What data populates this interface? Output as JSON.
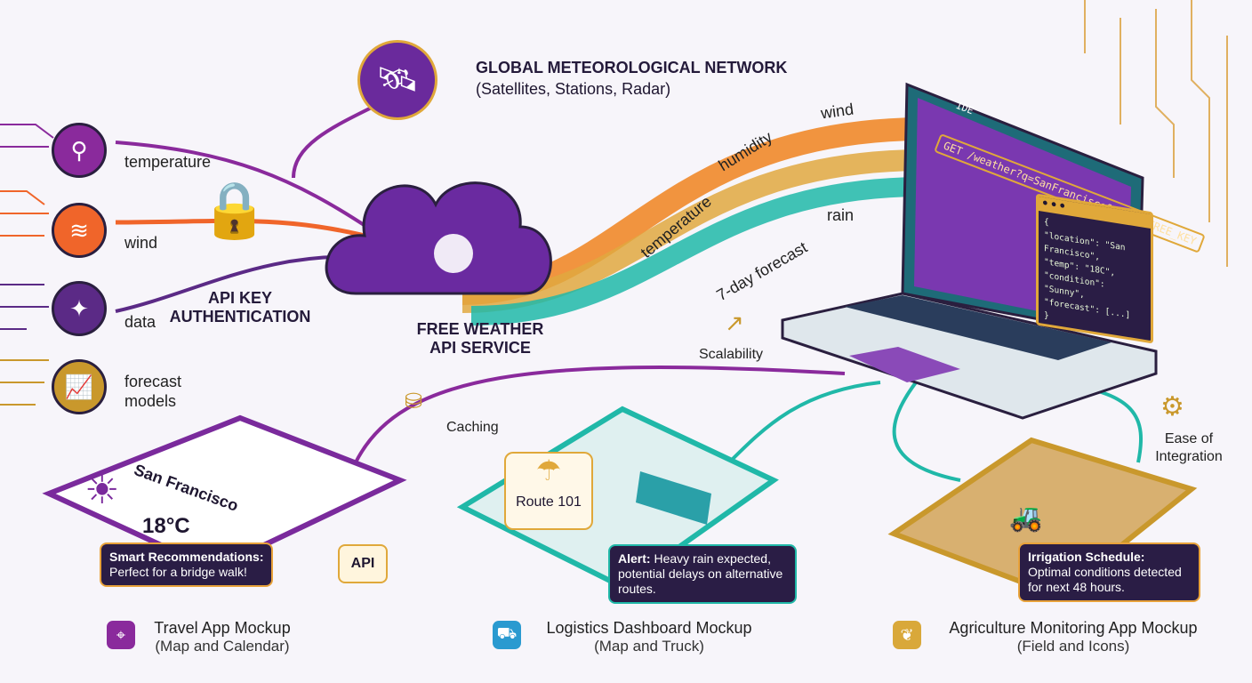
{
  "network": {
    "title": "GLOBAL METEOROLOGICAL NETWORK",
    "subtitle": "(Satellites, Stations, Radar)"
  },
  "sources": [
    {
      "label": "temperature",
      "icon": "anemometer-icon",
      "color": "#8a2a9c"
    },
    {
      "label": "wind",
      "icon": "windsock-icon",
      "color": "#f0652a"
    },
    {
      "label": "data",
      "icon": "satellite-icon",
      "color": "#5b2a86"
    },
    {
      "label": "forecast models",
      "icon": "chart-icon",
      "color": "#c9982c"
    }
  ],
  "auth": {
    "line1": "API KEY",
    "line2": "AUTHENTICATION"
  },
  "service": {
    "line1": "FREE WEATHER",
    "line2": "API SERVICE"
  },
  "streams": {
    "wind": "wind",
    "humidity": "humidity",
    "temperature": "temperature",
    "rain": "rain",
    "forecast": "7-day forecast"
  },
  "ide": {
    "label": "IDE",
    "request": "GET /weather?q=SanFrancisco&appid=FREE_KEY",
    "json": [
      "{",
      "\"location\": \"San Francisco\",",
      "\"temp\": \"18C\",",
      "\"condition\": \"Sunny\",",
      "\"forecast\": [...]",
      "}"
    ]
  },
  "features": {
    "scalability": "Scalability",
    "caching": "Caching",
    "integration": "Ease of Integration"
  },
  "travel": {
    "city": "San Francisco",
    "temp": "18°C",
    "tip_title": "Smart Recommendations:",
    "tip_text": "Perfect for a bridge walk!",
    "api_badge": "API",
    "caption": "Travel App Mockup",
    "sub": "(Map and Calendar)"
  },
  "logistics": {
    "route": "Route 101",
    "tip_title": "Alert:",
    "tip_text": "Heavy rain expected, potential delays on alternative routes.",
    "caption": "Logistics Dashboard Mockup",
    "sub": "(Map and Truck)"
  },
  "agriculture": {
    "tip_title": "Irrigation Schedule:",
    "tip_text": "Optimal conditions detected for next 48 hours.",
    "caption": "Agriculture Monitoring App Mockup",
    "sub": "(Field and Icons)"
  },
  "colors": {
    "purple": "#7a2a9c",
    "orange": "#f07a2a",
    "gold": "#e0a83a",
    "teal": "#20b8a8",
    "dark": "#2a1d45"
  }
}
